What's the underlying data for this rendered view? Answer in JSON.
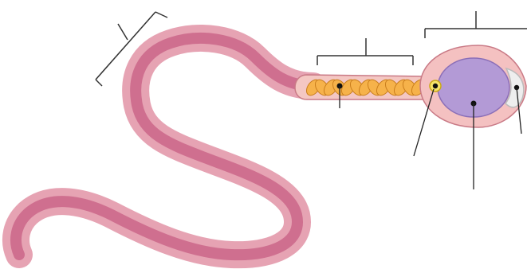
{
  "diagram": {
    "subject": "sperm cell",
    "colors": {
      "tail_outer": "#e6a3b3",
      "tail_inner": "#cf6f8f",
      "tail_outline": "#b95676",
      "midpiece_body": "#f4c7c3",
      "mitochondria": "#f6b24a",
      "mitochondria_outline": "#c97d1c",
      "head_body": "#f4c1c1",
      "head_outline": "#c97a86",
      "nucleus": "#b39ad6",
      "nucleus_outline": "#8b6fb8",
      "acrosome": "#eeeeee",
      "centriole": "#f7e46a",
      "leader_line": "#222222",
      "bracket": "#333333"
    },
    "parts": [
      {
        "id": "tail",
        "label_visible": false
      },
      {
        "id": "midpiece",
        "label_visible": false
      },
      {
        "id": "head",
        "label_visible": false
      },
      {
        "id": "mitochondria",
        "label_visible": false
      },
      {
        "id": "centriole",
        "label_visible": false
      },
      {
        "id": "nucleus",
        "label_visible": false
      },
      {
        "id": "acrosome",
        "label_visible": false
      }
    ]
  }
}
